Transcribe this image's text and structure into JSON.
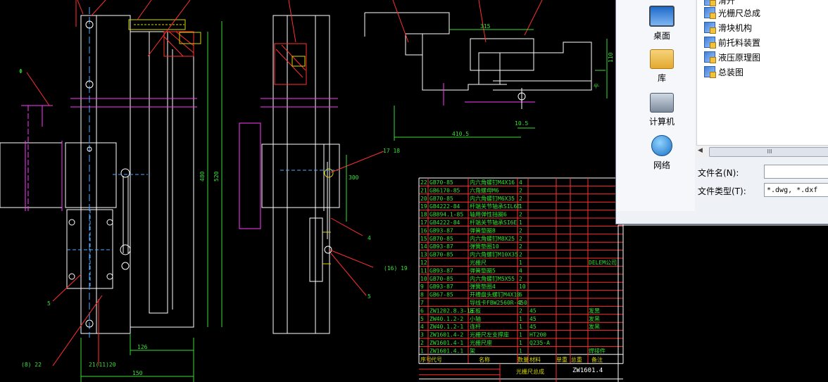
{
  "drawing": {
    "dims": {
      "d315": "315",
      "d110": "110",
      "d4105": "410.5",
      "d105": "10.5",
      "d480": "480",
      "d520": "520",
      "d300": "300",
      "d126": "126",
      "d150": "150",
      "d_phi": "Φ",
      "d_end": "卡"
    },
    "callouts": {
      "c1718": "17 18",
      "c4": "4",
      "c1619": "(16)  19",
      "c5a": "5",
      "c5b": "5",
      "c822": "(8)  22",
      "c2120": "21(11)20"
    }
  },
  "bom": {
    "rows": [
      [
        "22",
        "GB70-85",
        "内六角螺钉M4X16",
        "4",
        "",
        "",
        ""
      ],
      [
        "21",
        "GB6170-85",
        "六角螺母M6",
        "2",
        "",
        "",
        ""
      ],
      [
        "20",
        "GB70-85",
        "内六角螺钉M6X35",
        "2",
        "",
        "",
        ""
      ],
      [
        "19",
        "GB4222-84",
        "杆端关节轴承SIL6E",
        "1",
        "",
        "",
        ""
      ],
      [
        "18",
        "GB894.1-85",
        "轴用弹性挡圈6",
        "2",
        "",
        "",
        ""
      ],
      [
        "17",
        "GB4222-84",
        "杆端关节轴承SI6E",
        "1",
        "",
        "",
        ""
      ],
      [
        "16",
        "GB93-87",
        "弹簧垫圈8",
        "2",
        "",
        "",
        ""
      ],
      [
        "15",
        "GB70-85",
        "内六角螺钉M8X25",
        "2",
        "",
        "",
        ""
      ],
      [
        "14",
        "GB93-87",
        "弹簧垫圈10",
        "2",
        "",
        "",
        ""
      ],
      [
        "13",
        "GB70-85",
        "内六角螺钉M10X35",
        "2",
        "",
        "",
        ""
      ],
      [
        "12",
        "",
        "光栅尺",
        "1",
        "",
        "",
        "DELEM公司"
      ],
      [
        "11",
        "GB93-87",
        "弹簧垫圈5",
        "4",
        "",
        "",
        ""
      ],
      [
        "10",
        "GB70-85",
        "内六角螺钉M5X55",
        "2",
        "",
        "",
        ""
      ],
      [
        "9",
        "GB93-87",
        "弹簧垫圈4",
        "10",
        "",
        "",
        ""
      ],
      [
        "8",
        "GB67-85",
        "开槽盘头螺钉M4X10",
        "6",
        "",
        "",
        ""
      ],
      [
        "7",
        "",
        "导线卡FBW2560R-450",
        "1",
        "",
        "",
        ""
      ],
      [
        "6",
        "ZW1202.8.3-1a",
        "压板",
        "2",
        "45",
        "",
        "发黑"
      ],
      [
        "5",
        "ZW40.1.2-2",
        "小轴",
        "1",
        "45",
        "",
        "发黑"
      ],
      [
        "4",
        "ZW40.1.2-1",
        "连杆",
        "1",
        "45",
        "",
        "发黑"
      ],
      [
        "3",
        "ZW1601.4-2",
        "光栅尺左支撑座",
        "1",
        "HT200",
        "",
        ""
      ],
      [
        "2",
        "ZW1601.4-1",
        "光栅尺座",
        "1",
        "Q235-A",
        "",
        ""
      ],
      [
        "1",
        "ZW1601.4.1",
        "架",
        "1",
        "",
        "",
        "焊接件"
      ]
    ],
    "header": [
      "序号",
      "代号",
      "名称",
      "数量",
      "材料",
      "单重 总重",
      "备注"
    ],
    "title_block": {
      "drawing_no": "ZW1601.4",
      "name": "光栅尺总成"
    }
  },
  "dialog": {
    "places": [
      {
        "label": "桌面",
        "icon": "desktop-icon"
      },
      {
        "label": "库",
        "icon": "library-icon"
      },
      {
        "label": "计算机",
        "icon": "computer-icon"
      },
      {
        "label": "网络",
        "icon": "network-icon"
      }
    ],
    "partial_top_item": "滑升",
    "files": [
      "光栅尺总成",
      "滑块机构",
      "前托料装置",
      "液压原理图",
      "总装图"
    ],
    "scroll_thumb": "III",
    "filename_label": "文件名(N):",
    "filename_value": "",
    "filetype_label": "文件类型(T):",
    "filetype_value": "*.dwg, *.dxf"
  }
}
